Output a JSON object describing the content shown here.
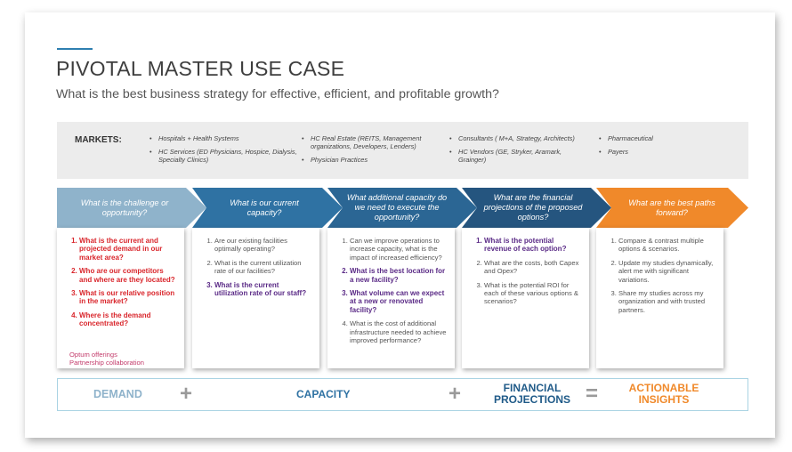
{
  "slide": {
    "title": "PIVOTAL MASTER USE CASE",
    "subtitle": "What is the best business strategy for effective, efficient, and profitable growth?"
  },
  "markets": {
    "label": "MARKETS:",
    "columns": [
      [
        "Hospitals + Health Systems",
        "HC Services (ED Physicians, Hospice, Dialysis, Specialty Clinics)"
      ],
      [
        "HC Real Estate (REITS, Management organizations, Developers, Lenders)",
        "Physician Practices"
      ],
      [
        "Consultants ( M+A, Strategy, Architects)",
        "HC Vendors (GE, Stryker, Aramark, Grainger)"
      ],
      [
        "Pharmaceutical",
        "Payers"
      ]
    ]
  },
  "steps": [
    {
      "header": "What is the challenge or opportunity?",
      "items": [
        {
          "text": "What is the current and projected demand in our market area?",
          "style": "red"
        },
        {
          "text": "Who are our competitors and where are they located?",
          "style": "red"
        },
        {
          "text": "What is our relative position in the market?",
          "style": "red"
        },
        {
          "text": "Where is the demand concentrated?",
          "style": "red"
        }
      ],
      "footer": "Optum offerings\nPartnership collaboration"
    },
    {
      "header": "What is our current capacity?",
      "items": [
        {
          "text": "Are our existing facilities optimally operating?",
          "style": "plain"
        },
        {
          "text": "What is the current utilization rate of our facilities?",
          "style": "plain"
        },
        {
          "text": "What is the current utilization rate of our staff?",
          "style": "purple"
        }
      ]
    },
    {
      "header": "What additional capacity do we need to execute the opportunity?",
      "items": [
        {
          "text": "Can we improve operations to increase capacity, what is the impact of increased efficiency?",
          "style": "plain"
        },
        {
          "text": "What is the best location for a new facility?",
          "style": "purple"
        },
        {
          "text": "What volume can we expect at a new or renovated facility?",
          "style": "purple"
        },
        {
          "text": "What is the cost of additional  infrastructure needed to achieve improved performance?",
          "style": "plain"
        }
      ]
    },
    {
      "header": "What are the financial projections of the proposed options?",
      "items": [
        {
          "text": "What is the potential revenue of each option?",
          "style": "purple"
        },
        {
          "text": "What are the costs, both Capex and Opex?",
          "style": "plain"
        },
        {
          "text": "What is the potential ROI for each of these various options & scenarios?",
          "style": "plain"
        }
      ]
    },
    {
      "header": "What are the best paths forward?",
      "items": [
        {
          "text": "Compare & contrast multiple options & scenarios.",
          "style": "plain"
        },
        {
          "text": "Update my studies dynamically, alert me with significant variations.",
          "style": "plain"
        },
        {
          "text": "Share my studies across my organization and with trusted partners.",
          "style": "plain"
        }
      ]
    }
  ],
  "equation": {
    "demand": "DEMAND",
    "plus1": "+",
    "capacity": "CAPACITY",
    "plus2": "+",
    "financial": "FINANCIAL\nPROJECTIONS",
    "equals": "=",
    "insights": "ACTIONABLE\nINSIGHTS"
  },
  "colors": {
    "step1": "#8fb3cb",
    "step2": "#2f72a3",
    "step3": "#2b6694",
    "step4": "#25557f",
    "step5": "#f0892a",
    "red": "#d9252b",
    "purple": "#5a2a86",
    "demand": "#8fb3cb",
    "navy": "#1f5a88",
    "orange": "#f0892a"
  }
}
